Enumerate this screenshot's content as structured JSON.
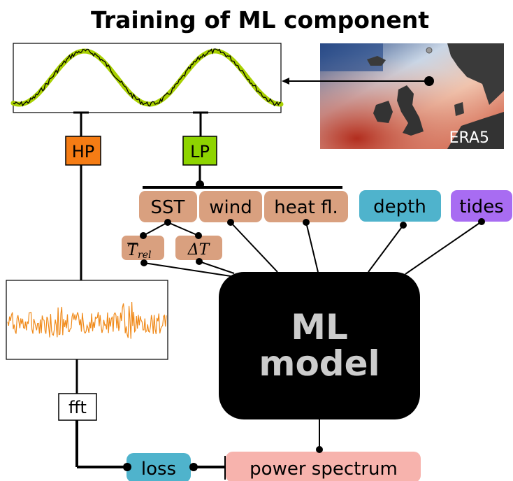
{
  "title": "Training of ML component",
  "era5_label": "ERA5",
  "filters": {
    "high_pass": "HP",
    "low_pass": "LP"
  },
  "variables": {
    "sst": "SST",
    "wind": "wind",
    "heat_flux": "heat fl.",
    "depth": "depth",
    "tides": "tides"
  },
  "derived": {
    "t_rel_main": "T",
    "t_rel_sub": "rel",
    "delta_t": "ΔT"
  },
  "model": {
    "line1": "ML",
    "line2": "model"
  },
  "fft_label": "fft",
  "loss_label": "loss",
  "power_spectrum_label": "power spectrum",
  "colors": {
    "hp": "#f57c14",
    "lp": "#8ed400",
    "ocean_var": "#d9a07f",
    "depth": "#4fb3cc",
    "tides": "#a86cf2",
    "loss": "#4fb3cc",
    "power_spectrum": "#f7b3ad",
    "model_bg": "#000000",
    "model_text": "#cccccc",
    "signal_smooth": "#a8d000",
    "signal_noise": "#f08a1a"
  }
}
